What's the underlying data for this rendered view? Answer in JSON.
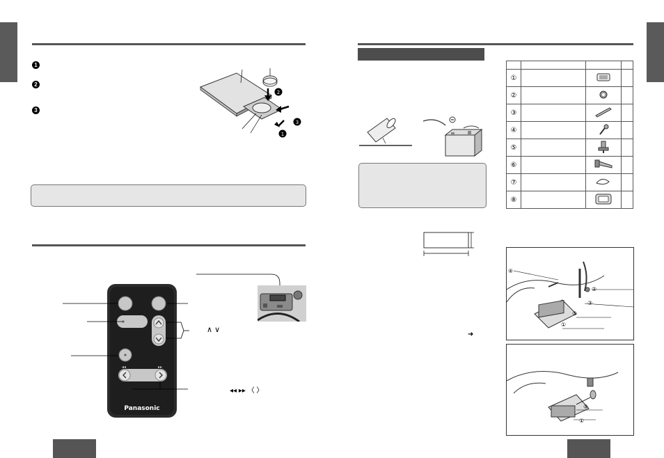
{
  "remote": {
    "brand": "Panasonic",
    "steps": [
      "1",
      "2",
      "3"
    ],
    "circle_markers": [
      "1",
      "2",
      "3"
    ]
  },
  "arrow_labels": {
    "up_down": "∧  ∨",
    "skip": "◂◂  ▸▸  〈  〉"
  },
  "parts_table": {
    "rows": [
      "①",
      "②",
      "③",
      "④",
      "⑤",
      "⑥",
      "⑦",
      "⑧"
    ]
  },
  "diagram_labels": {
    "install1": [
      "④",
      "②",
      "③",
      "⑤",
      "①"
    ],
    "install2": [
      "⑤",
      "①"
    ]
  },
  "colors": {
    "tab": "#5a5a5a",
    "rule": "#555555",
    "note_bg": "#e6e6e6"
  }
}
